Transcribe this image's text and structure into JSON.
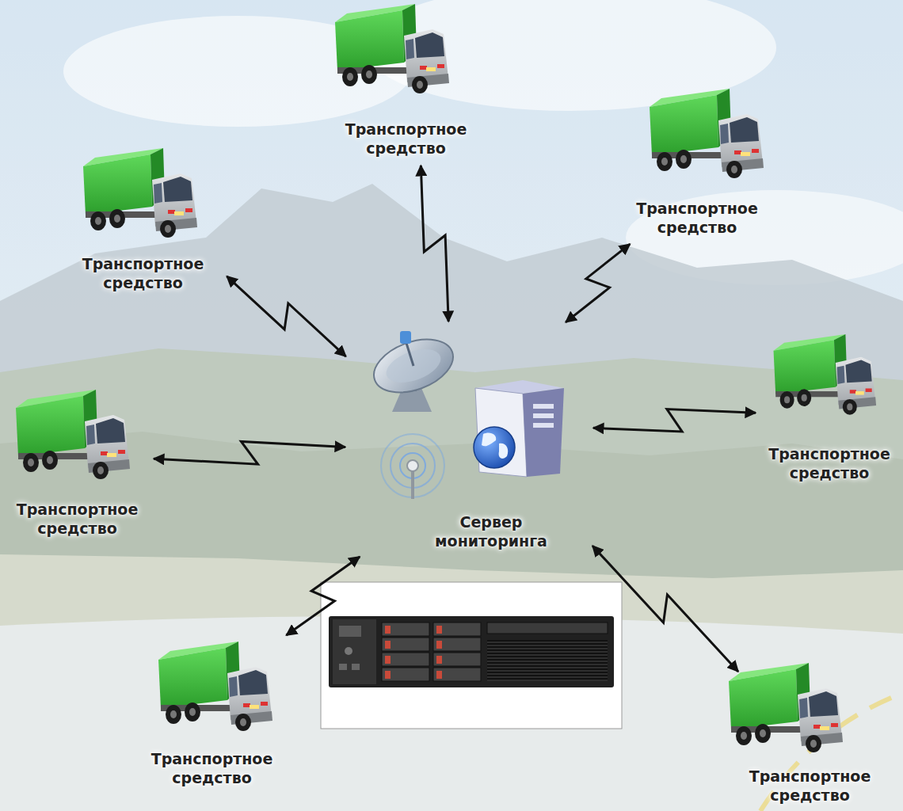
{
  "diagram": {
    "nodes": [
      {
        "text": [
          "Транспортное средство"
        ]
      },
      {
        "text": [
          "Транспортное средство"
        ]
      },
      {
        "text": [
          "Транспортное средство"
        ]
      },
      {
        "text": [
          "Транспортное средство"
        ]
      },
      {
        "text": [
          "Транспортное средство"
        ]
      },
      {
        "text": [
          "Сервер мониторинга"
        ]
      },
      {
        "text": [
          "Транспортное средство"
        ]
      },
      {
        "text": [
          "Транспортное средство"
        ]
      }
    ],
    "edges": [
      {
        "from": 5,
        "to": 0,
        "arrow": "both"
      },
      {
        "from": 5,
        "to": 1,
        "arrow": "both"
      },
      {
        "from": 5,
        "to": 2,
        "arrow": "both"
      },
      {
        "from": 5,
        "to": 3,
        "arrow": "both"
      },
      {
        "from": 5,
        "to": 4,
        "arrow": "both"
      },
      {
        "from": 5,
        "to": 6,
        "arrow": "both"
      },
      {
        "from": 5,
        "to": 7,
        "arrow": "both"
      }
    ]
  }
}
